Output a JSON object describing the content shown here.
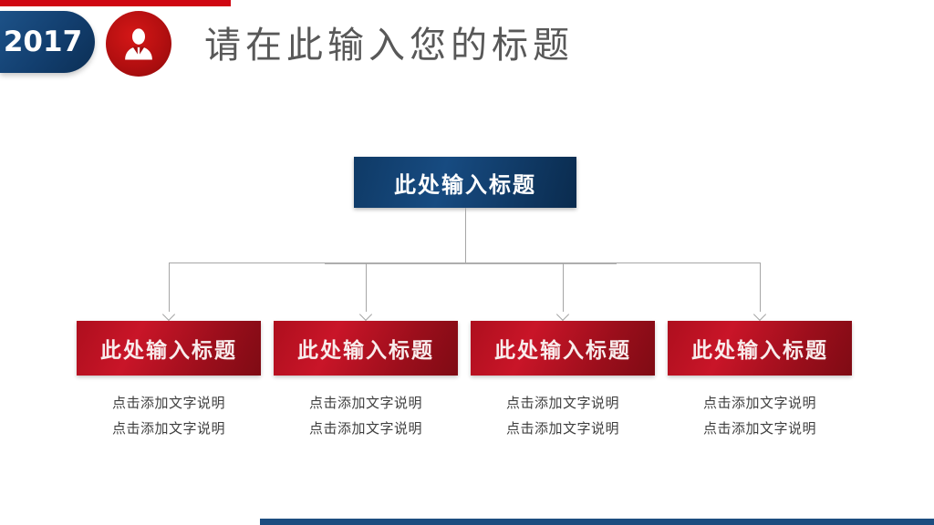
{
  "header": {
    "badge_year": "2017",
    "title": "请在此输入您的标题"
  },
  "diagram": {
    "root_title": "此处输入标题",
    "branches": [
      {
        "title": "此处输入标题",
        "captions": [
          "点击添加文字说明",
          "点击添加文字说明"
        ]
      },
      {
        "title": "此处输入标题",
        "captions": [
          "点击添加文字说明",
          "点击添加文字说明"
        ]
      },
      {
        "title": "此处输入标题",
        "captions": [
          "点击添加文字说明",
          "点击添加文字说明"
        ]
      },
      {
        "title": "此处输入标题",
        "captions": [
          "点击添加文字说明",
          "点击添加文字说明"
        ]
      }
    ]
  },
  "icons": {
    "person_badge": "person-icon",
    "arrowheads": "arrow-down-icon"
  },
  "colors": {
    "accent_red": "#cf0712",
    "accent_navy": "#123e6e",
    "root_box_navy": "#0f3a66",
    "branch_box_red": "#b01020",
    "title_text": "#585858",
    "caption_text": "#3f3f3f",
    "connector_gray": "#a6a6a6",
    "box_text": "#ffffff"
  }
}
